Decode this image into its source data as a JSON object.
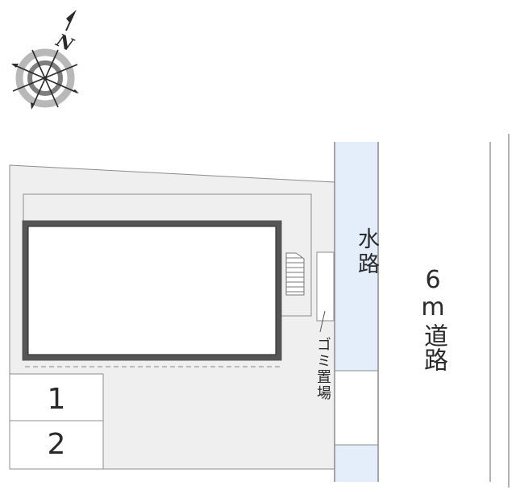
{
  "map": {
    "type": "site-layout-map",
    "compass": {
      "label": "N",
      "icon": "north-arrow-compass"
    },
    "building": {
      "label": ""
    },
    "water_channel": {
      "label": "水路"
    },
    "road": {
      "width_label": "6",
      "unit_label": "m",
      "name_label": "道路"
    },
    "trash_area": {
      "label": "ゴミ置場"
    },
    "parking": [
      {
        "number": "1"
      },
      {
        "number": "2"
      }
    ],
    "colors": {
      "lot_fill": "#efefef",
      "water_fill": "#e4eefb",
      "building_border": "#555555",
      "line": "#8c8c8c",
      "text": "#2a2a2a"
    }
  }
}
